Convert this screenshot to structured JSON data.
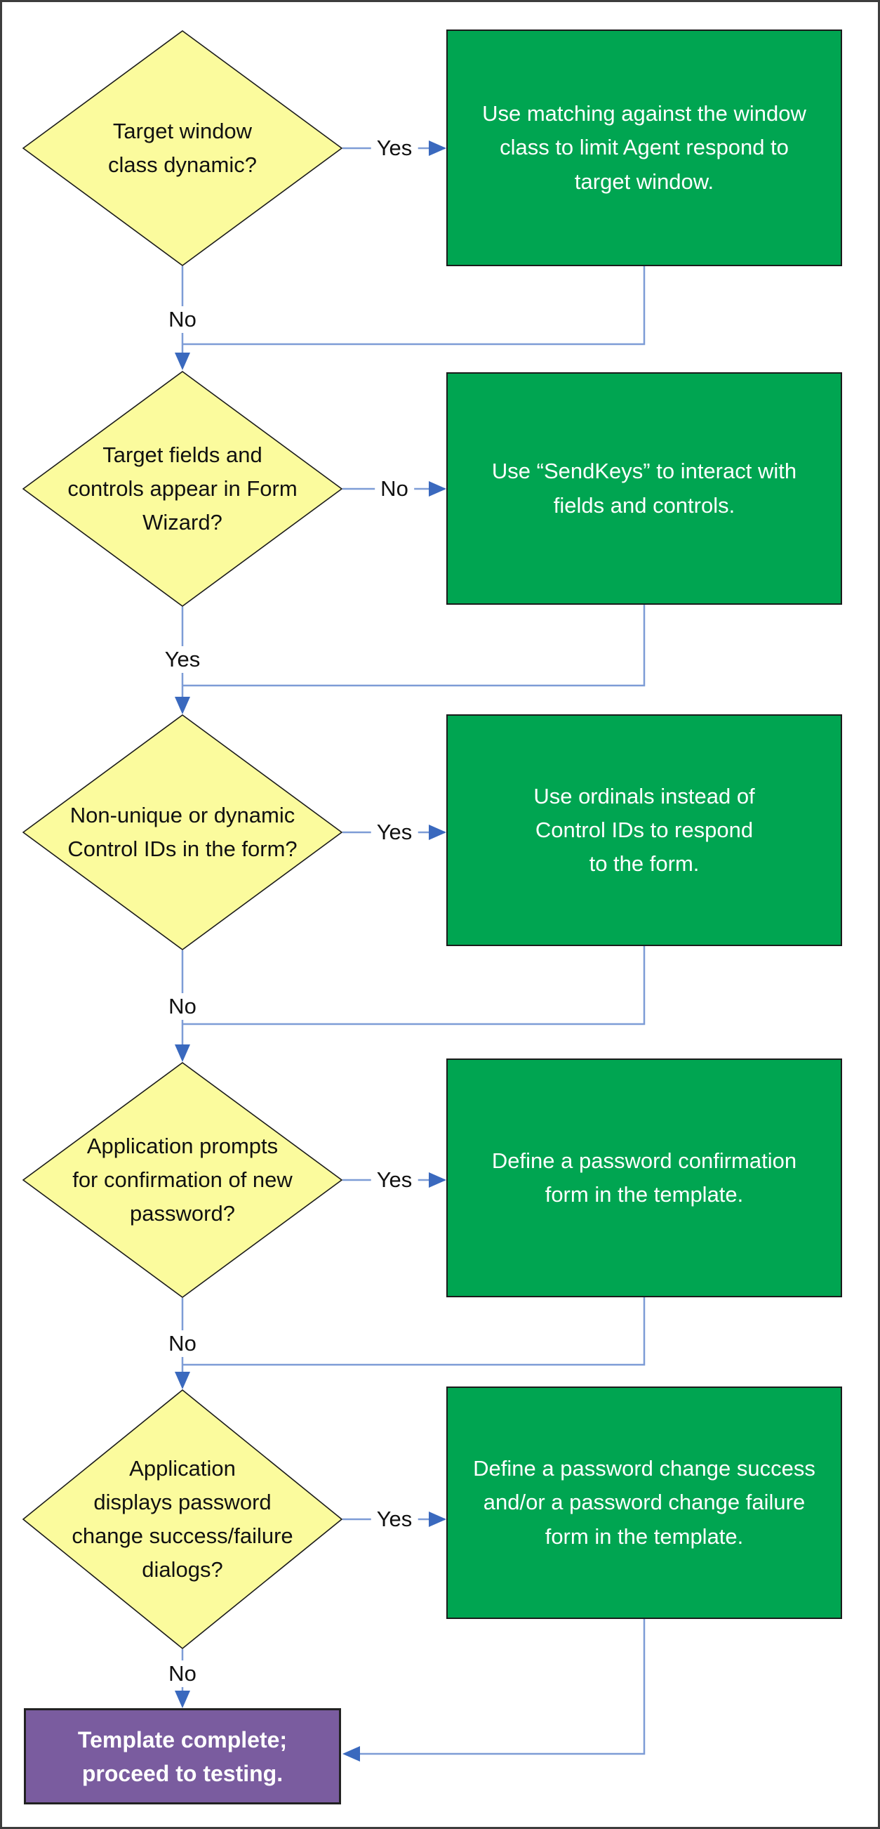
{
  "flowchart": {
    "decisions": [
      {
        "text": "Target window\nclass dynamic?",
        "branch_label": "Yes",
        "down_label": "No"
      },
      {
        "text": "Target fields and\ncontrols appear in Form\nWizard?",
        "branch_label": "No",
        "down_label": "Yes"
      },
      {
        "text": "Non-unique or dynamic\nControl IDs in the form?",
        "branch_label": "Yes",
        "down_label": "No"
      },
      {
        "text": "Application prompts\nfor confirmation of new\npassword?",
        "branch_label": "Yes",
        "down_label": "No"
      },
      {
        "text": "Application\ndisplays password\nchange success/failure\ndialogs?",
        "branch_label": "Yes",
        "down_label": "No"
      }
    ],
    "actions": [
      {
        "text": "Use matching against the window\nclass to limit Agent respond to\ntarget window."
      },
      {
        "text": "Use “SendKeys” to interact with\nfields and controls."
      },
      {
        "text": "Use ordinals instead of\nControl IDs to respond\nto the form."
      },
      {
        "text": "Define a password confirmation\nform in the template."
      },
      {
        "text": "Define a password change success\nand/or a password change failure\nform in the template."
      }
    ],
    "terminal": {
      "text": "Template complete;\nproceed to testing."
    },
    "colors": {
      "decision_fill": "#FBFB9D",
      "action_fill": "#00A551",
      "terminal_fill": "#7A5C9F",
      "connector_line": "#7D9CD6",
      "arrowhead": "#3A69BE",
      "shape_border": "#1b1b1b",
      "frame_border": "#3d3d3d"
    }
  }
}
